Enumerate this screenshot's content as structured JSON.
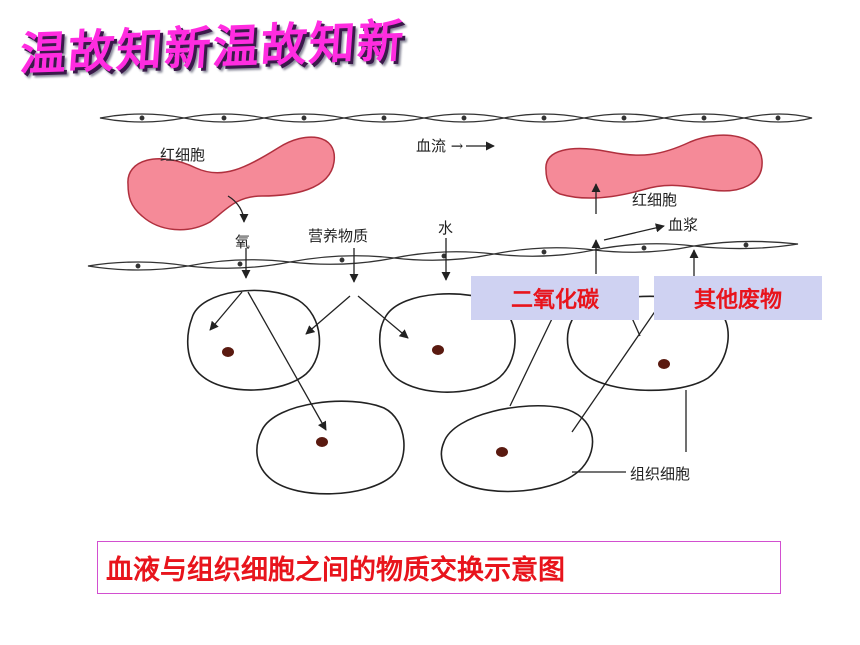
{
  "title": "温故知新温故知新",
  "labels": {
    "rbc_left": "红细胞",
    "blood_flow": "血流 →",
    "rbc_right": "红细胞",
    "plasma": "血浆",
    "oxygen": "氧",
    "nutrients": "营养物质",
    "water": "水",
    "tissue_cells": "组织细胞"
  },
  "boxes": {
    "co2": "二氧化碳",
    "other_waste": "其他废物"
  },
  "caption": "血液与组织细胞之间的物质交换示意图",
  "colors": {
    "title": "#ff2ce0",
    "rbc_fill": "#f58a98",
    "box_fill": "#cfd2f2",
    "box_text": "#e8141c",
    "caption_text": "#e8141c",
    "caption_border": "#d24fd0",
    "nucleus": "#5a1a10"
  }
}
